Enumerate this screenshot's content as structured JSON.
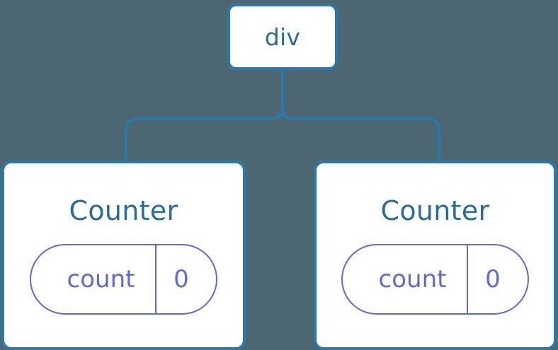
{
  "diagram": {
    "type": "component-tree",
    "background_color": "#4d6772",
    "node_fill_color": "#ffffff",
    "node_border_color": "#2a79ab",
    "node_label_color": "#2a6d9b",
    "state_color": "#5c6bd6",
    "connector_color": "#2a79ab"
  },
  "root": {
    "label": "div"
  },
  "children": [
    {
      "label": "Counter",
      "state": {
        "key": "count",
        "value": "0"
      }
    },
    {
      "label": "Counter",
      "state": {
        "key": "count",
        "value": "0"
      }
    }
  ]
}
